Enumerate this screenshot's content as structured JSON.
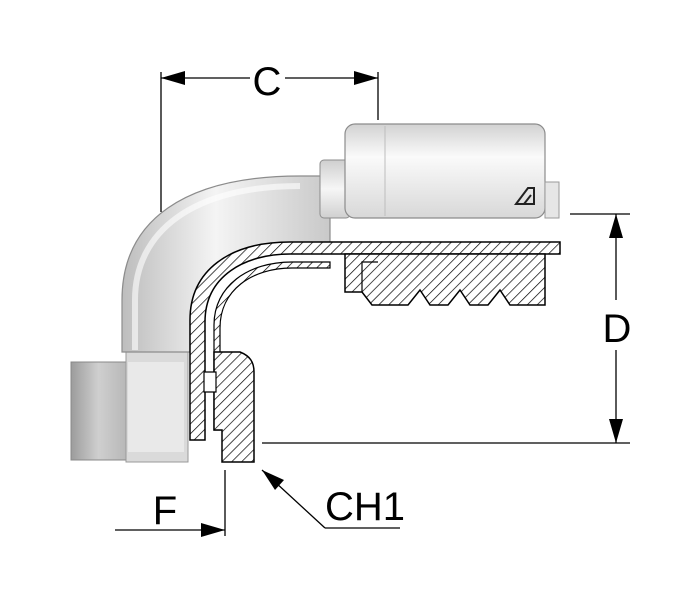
{
  "dimensions": {
    "c": "C",
    "d": "D",
    "f": "F",
    "ch1": "CH1"
  },
  "logo": {
    "icon": "brand-logo-icon"
  },
  "colors": {
    "metal_light": "#eeeeee",
    "metal_mid": "#d6d6d6",
    "metal_dark": "#a8a8a8",
    "outline": "#6a6a6a",
    "hatch": "#000000",
    "dimension_line": "#000000"
  }
}
